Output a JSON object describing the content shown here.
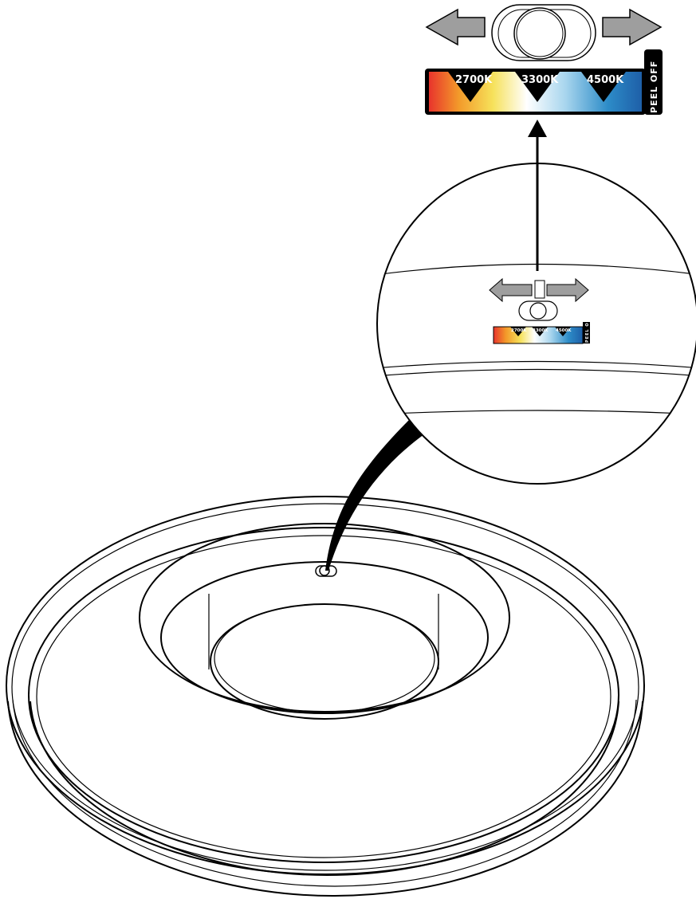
{
  "cct_selector": {
    "labels": [
      "2700K",
      "3300K",
      "4500K"
    ],
    "peel_tab": "PEEL OFF",
    "gradient_colors": [
      "#e8342c",
      "#f39a2a",
      "#f6e15a",
      "#ffffff",
      "#a9d6ee",
      "#2d8cc8",
      "#1e5fa8"
    ]
  },
  "arrow_color": "#9e9e9e"
}
